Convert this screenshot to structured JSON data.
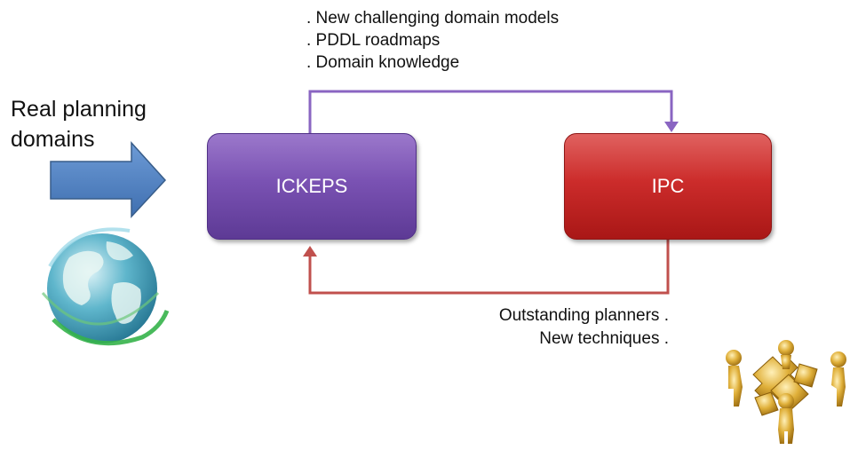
{
  "top_notes": [
    ". New challenging domain models",
    ". PDDL roadmaps",
    ". Domain knowledge"
  ],
  "bottom_notes": [
    "Outstanding planners .",
    "New techniques ."
  ],
  "input_label": [
    "Real planning",
    "domains"
  ],
  "nodes": {
    "ickeps": {
      "label": "ICKEPS",
      "color": "#7a52b3"
    },
    "ipc": {
      "label": "IPC",
      "color": "#cc2c2b"
    }
  },
  "edges": {
    "ickeps_to_ipc": {
      "color": "#8a65c2"
    },
    "ipc_to_ickeps": {
      "color": "#c0504d"
    }
  },
  "input_arrow": {
    "color": "#4f81bd"
  },
  "icons": [
    "globe-icon",
    "people-puzzle-icon"
  ]
}
